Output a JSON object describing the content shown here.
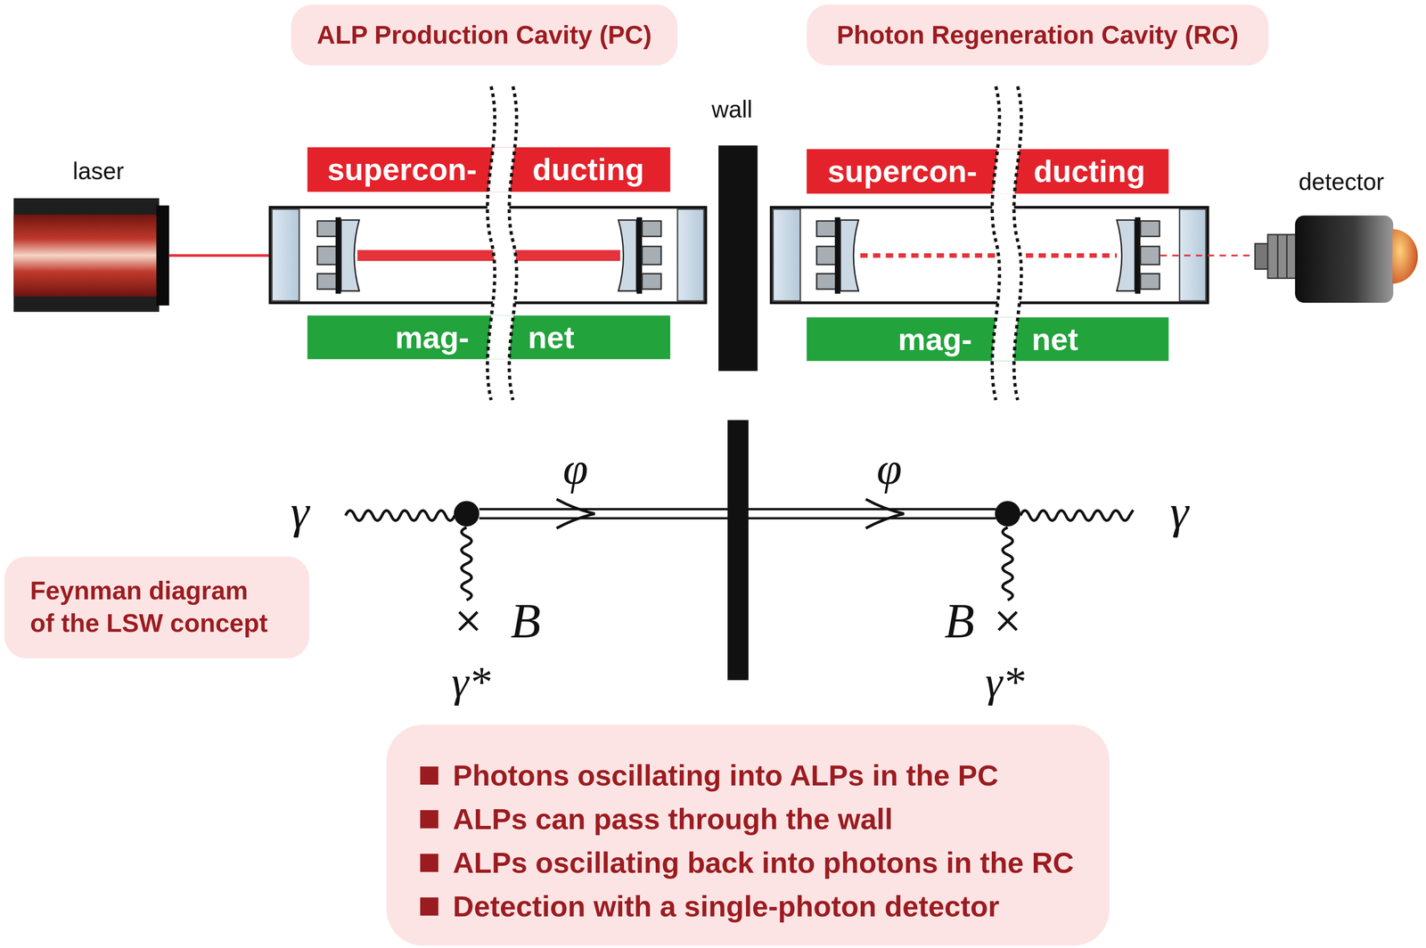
{
  "diagram": {
    "nodes": [
      {
        "text": [
          "ALP Production Cavity (PC)"
        ]
      },
      {
        "text": [
          "Photon Regeneration Cavity (RC)"
        ]
      },
      {
        "text": [
          "supercon-",
          "ducting"
        ]
      },
      {
        "text": [
          "supercon-",
          "ducting"
        ]
      },
      {
        "text": [
          "mag-",
          "net"
        ]
      },
      {
        "text": [
          "mag-",
          "net"
        ]
      },
      {
        "text": [
          "Feynman diagram of the LSW concept"
        ]
      },
      {
        "text": [
          "Photons oscillating into ALPs in the PC",
          "ALPs can pass through the wall",
          "ALPs oscillating back into photons in the RC",
          "Detection with a single-photon detector"
        ]
      }
    ],
    "labels": [
      "laser",
      "wall",
      "detector",
      "γ",
      "φ",
      "φ",
      "γ",
      "B",
      "B",
      "γ*",
      "γ*"
    ]
  }
}
